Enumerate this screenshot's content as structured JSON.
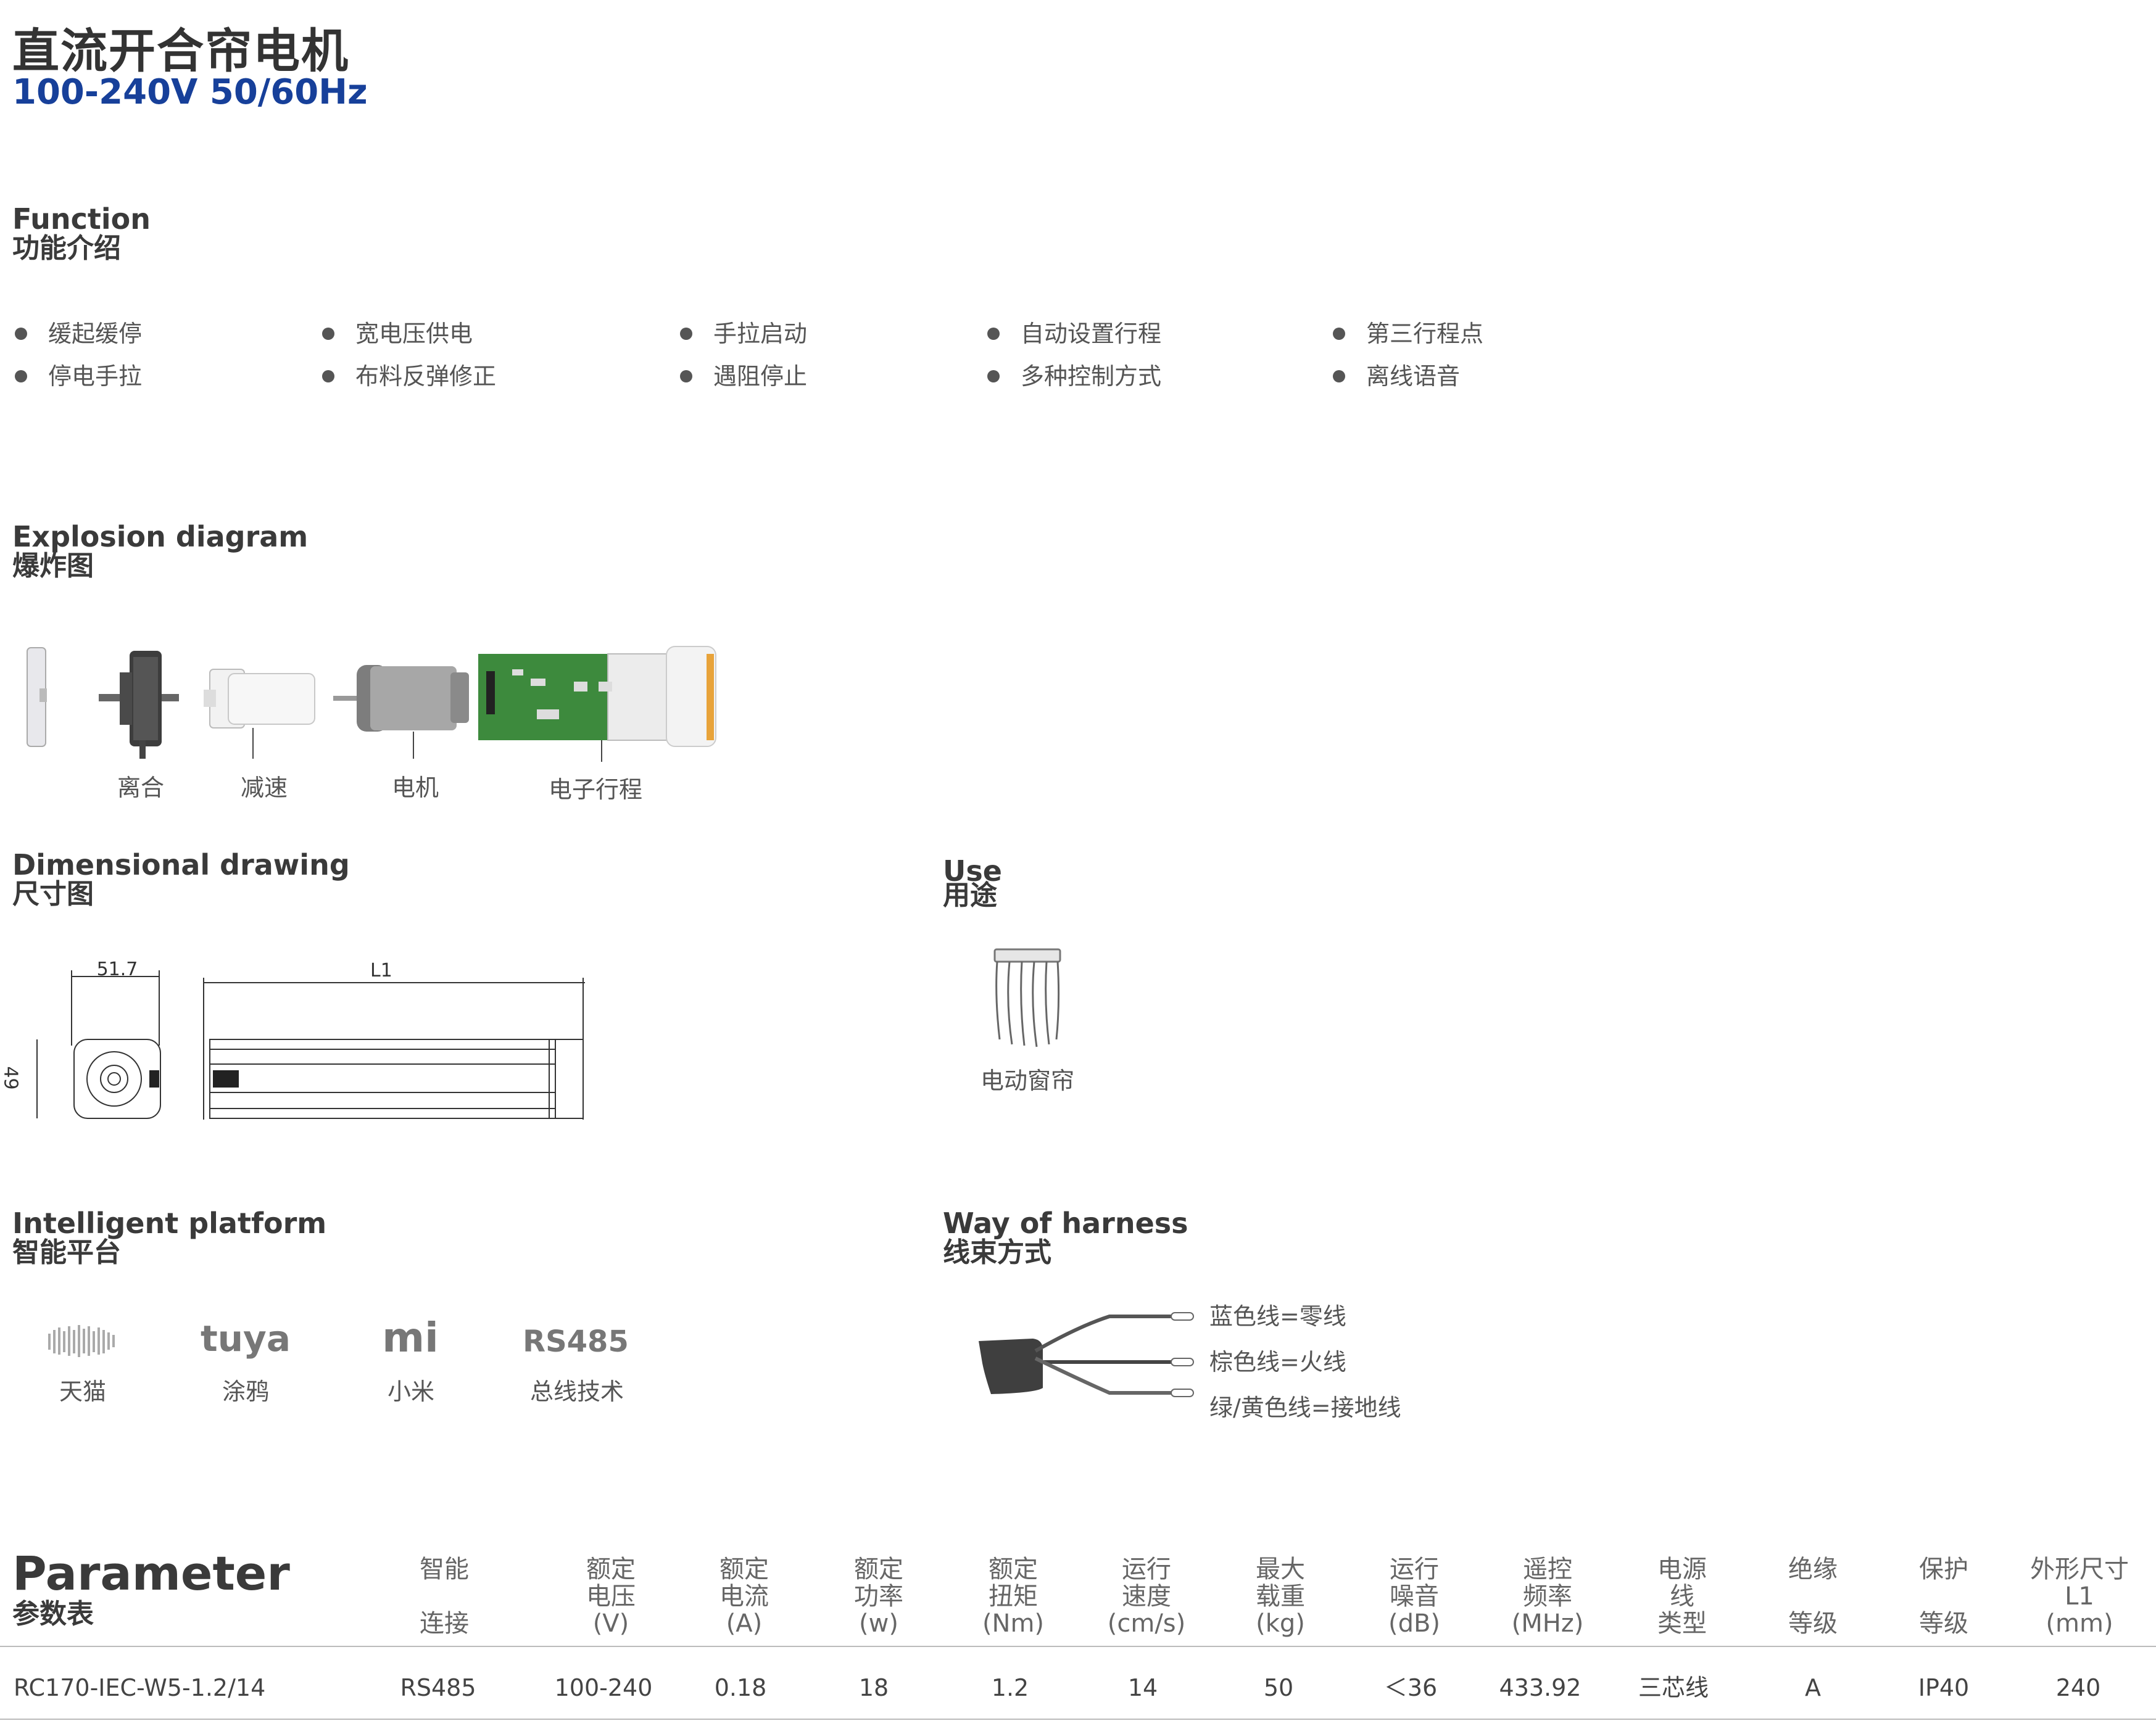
{
  "header": {
    "title": "直流开合帘电机",
    "subtitle": "100-240V 50/60Hz"
  },
  "function_section": {
    "title_en": "Function",
    "title_zh": "功能介绍",
    "items": [
      "缓起缓停",
      "停电手拉",
      "宽电压供电",
      "布料反弹修正",
      "手拉启动",
      "遇阻停止",
      "自动设置行程",
      "多种控制方式",
      "第三行程点",
      "离线语音"
    ]
  },
  "explosion_section": {
    "title_en": "Explosion diagram",
    "title_zh": "爆炸图",
    "parts": [
      "离合",
      "减速",
      "电机",
      "电子行程"
    ]
  },
  "dimension_section": {
    "title_en": "Dimensional drawing",
    "title_zh": "尺寸图",
    "width_label": "51.7",
    "height_label": "49",
    "length_label": "L1"
  },
  "use_section": {
    "title_en": "Use",
    "title_zh": "用途",
    "item": "电动窗帘"
  },
  "platform_section": {
    "title_en": "Intelligent platform",
    "title_zh": "智能平台",
    "platforms": [
      {
        "logo": "",
        "label": "天猫",
        "icon": "tmall-genie-icon"
      },
      {
        "logo": "tuya",
        "label": "涂鸦",
        "icon": "tuya-logo"
      },
      {
        "logo": "mi",
        "label": "小米",
        "icon": "xiaomi-logo"
      },
      {
        "logo": "RS485",
        "label": "总线技术",
        "icon": "rs485-logo"
      }
    ]
  },
  "harness_section": {
    "title_en": "Way of harness",
    "title_zh": "线束方式",
    "wires": [
      "蓝色线=零线",
      "棕色线=火线",
      "绿/黄色线=接地线"
    ]
  },
  "parameter_section": {
    "title_en": "Parameter",
    "title_zh": "参数表",
    "headers": [
      [
        "智能",
        "",
        "连接"
      ],
      [
        "额定",
        "电压",
        "(V)"
      ],
      [
        "额定",
        "电流",
        "(A)"
      ],
      [
        "额定",
        "功率",
        "(w)"
      ],
      [
        "额定",
        "扭矩",
        "(Nm)"
      ],
      [
        "运行",
        "速度",
        "(cm/s)"
      ],
      [
        "最大",
        "载重",
        "(kg)"
      ],
      [
        "运行",
        "噪音",
        "(dB)"
      ],
      [
        "遥控",
        "频率",
        "(MHz)"
      ],
      [
        "电源",
        "线",
        "类型"
      ],
      [
        "绝缘",
        "",
        "等级"
      ],
      [
        "保护",
        "",
        "等级"
      ],
      [
        "外形尺寸",
        "L1",
        "(mm)"
      ]
    ],
    "row": [
      "RC170-IEC-W5-1.2/14",
      "RS485",
      "100-240",
      "0.18",
      "18",
      "1.2",
      "14",
      "50",
      "＜36",
      "433.92",
      "三芯线",
      "A",
      "IP40",
      "240"
    ]
  }
}
